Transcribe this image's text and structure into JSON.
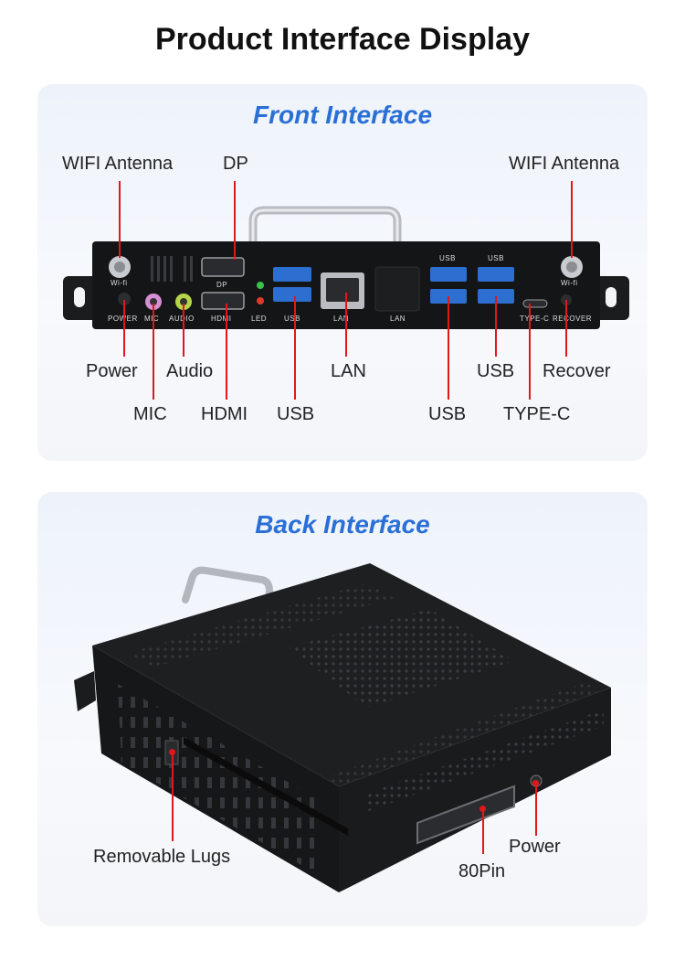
{
  "page": {
    "title": "Product Interface Display"
  },
  "front": {
    "title": "Front Interface",
    "labels": {
      "wifi_left": "WIFI Antenna",
      "dp": "DP",
      "wifi_right": "WIFI Antenna",
      "power": "Power",
      "audio": "Audio",
      "lan": "LAN",
      "usb_right_top": "USB",
      "recover": "Recover",
      "mic": "MIC",
      "hdmi": "HDMI",
      "usb_left": "USB",
      "usb_right_bottom": "USB",
      "type_c": "TYPE-C"
    },
    "silkscreen": {
      "wifi_l": "Wi-fi",
      "wifi_r": "Wi-fi",
      "dp": "DP",
      "power": "POWER",
      "mic": "MIC",
      "audio": "AUDIO",
      "hdmi": "HDMI",
      "led": "LED",
      "usb": "USB",
      "lan1": "LAN",
      "lan2": "LAN",
      "usb_a": "USB",
      "usb_b": "USB",
      "typec": "TYPE-C",
      "recover": "RECOVER"
    }
  },
  "back": {
    "title": "Back Interface",
    "labels": {
      "lugs": "Removable Lugs",
      "power": "Power",
      "pin80": "80Pin"
    }
  },
  "colors": {
    "accent": "#2a6fd6",
    "leader": "#e0181b"
  }
}
